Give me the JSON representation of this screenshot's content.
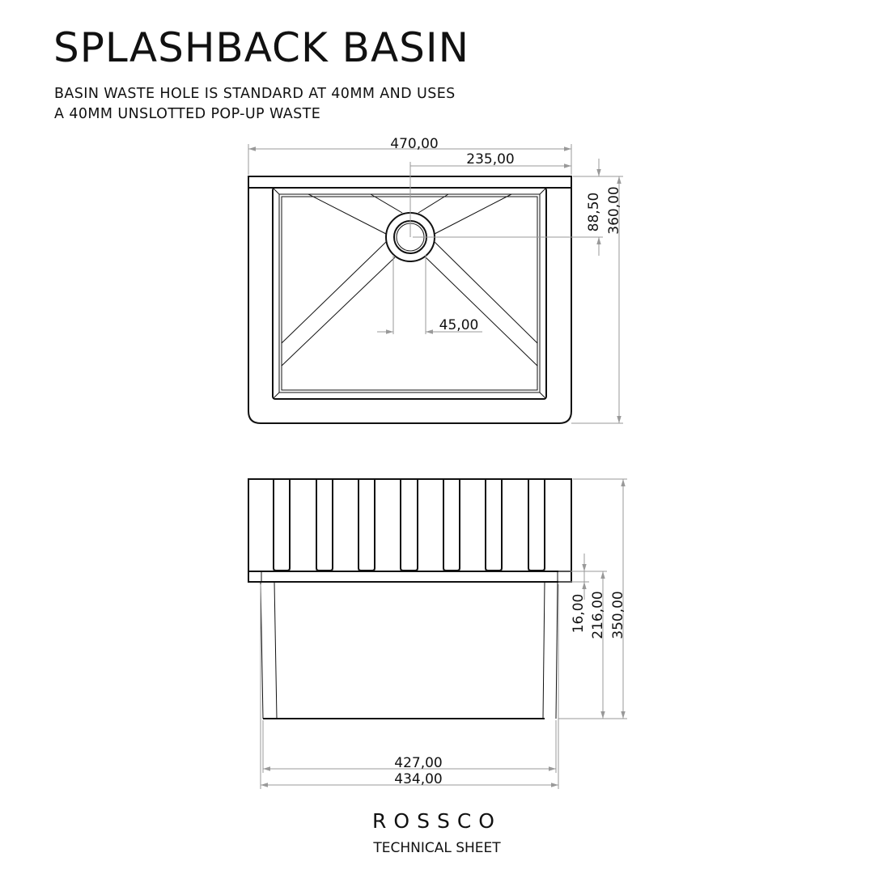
{
  "header": {
    "title": "SPLASHBACK BASIN",
    "note_line1": "BASIN WASTE HOLE IS STANDARD AT 40MM AND USES",
    "note_line2": "A 40MM UNSLOTTED POP-UP WASTE"
  },
  "top_view": {
    "dimensions": {
      "width": "470,00",
      "half_width": "235,00",
      "waste_offset": "88,50",
      "depth": "360,00",
      "waste_diameter": "45,00"
    }
  },
  "front_view": {
    "dimensions": {
      "total_height": "350,00",
      "body_height": "216,00",
      "rim_height": "16,00",
      "bottom_width": "427,00",
      "top_width": "434,00"
    }
  },
  "footer": {
    "brand": "ROSSCO",
    "subtitle": "TECHNICAL SHEET"
  }
}
